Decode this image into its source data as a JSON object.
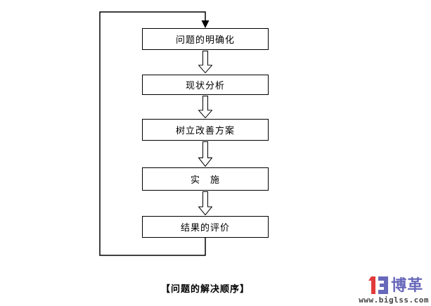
{
  "flowchart": {
    "steps": [
      "问题的明确化",
      "现状分析",
      "树立改善方案",
      "实　施",
      "结果的评价"
    ],
    "caption": "【问题的解决顺序】",
    "line_color": "#000000"
  },
  "branding": {
    "logo_text": "博革",
    "website": "www.biglss.com",
    "colors": {
      "logo_red": "#e23b3b",
      "logo_blue": "#6868bb",
      "url_gray": "#444444"
    }
  }
}
